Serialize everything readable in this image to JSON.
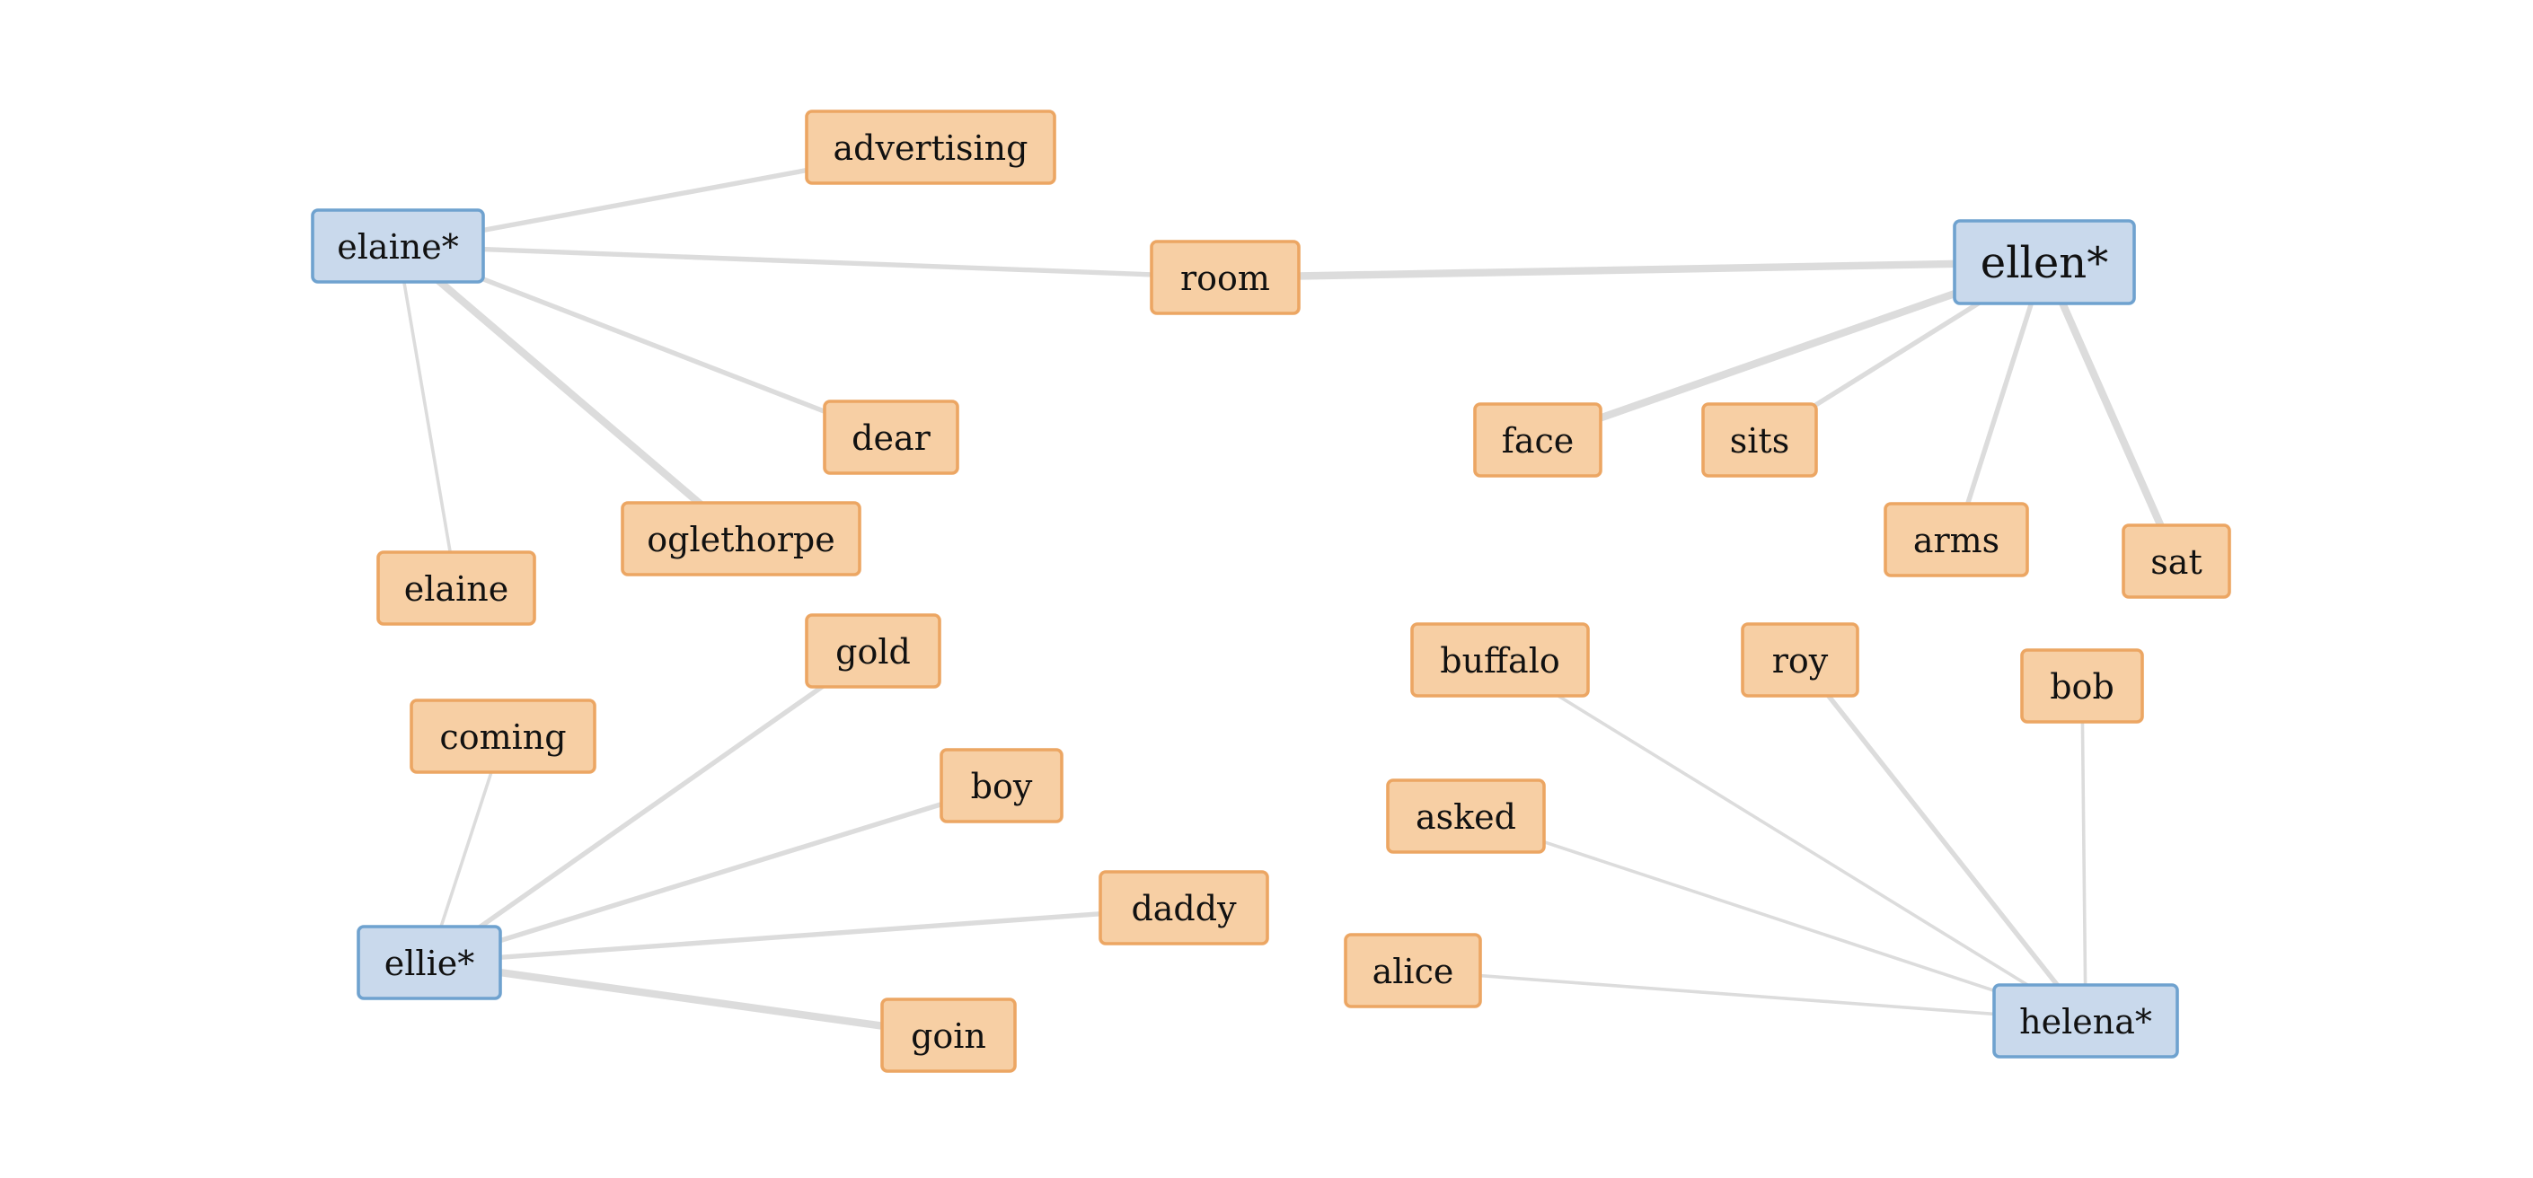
{
  "colors": {
    "person_fill": "#c9d9ec",
    "person_stroke": "#6fa2cf",
    "word_fill": "#f7cfa4",
    "word_stroke": "#eca663",
    "edge": "#dcdcdc",
    "background": "#ffffff"
  },
  "nodes": [
    {
      "id": "elaine_p",
      "label": "elaine*",
      "kind": "person"
    },
    {
      "id": "ellen_p",
      "label": "ellen*",
      "kind": "person"
    },
    {
      "id": "ellie_p",
      "label": "ellie*",
      "kind": "person"
    },
    {
      "id": "helena_p",
      "label": "helena*",
      "kind": "person"
    },
    {
      "id": "advertising",
      "label": "advertising",
      "kind": "word"
    },
    {
      "id": "room",
      "label": "room",
      "kind": "word"
    },
    {
      "id": "dear",
      "label": "dear",
      "kind": "word"
    },
    {
      "id": "oglethorpe",
      "label": "oglethorpe",
      "kind": "word"
    },
    {
      "id": "elaine",
      "label": "elaine",
      "kind": "word"
    },
    {
      "id": "face",
      "label": "face",
      "kind": "word"
    },
    {
      "id": "sits",
      "label": "sits",
      "kind": "word"
    },
    {
      "id": "arms",
      "label": "arms",
      "kind": "word"
    },
    {
      "id": "sat",
      "label": "sat",
      "kind": "word"
    },
    {
      "id": "gold",
      "label": "gold",
      "kind": "word"
    },
    {
      "id": "coming",
      "label": "coming",
      "kind": "word"
    },
    {
      "id": "boy",
      "label": "boy",
      "kind": "word"
    },
    {
      "id": "daddy",
      "label": "daddy",
      "kind": "word"
    },
    {
      "id": "goin",
      "label": "goin",
      "kind": "word"
    },
    {
      "id": "buffalo",
      "label": "buffalo",
      "kind": "word"
    },
    {
      "id": "roy",
      "label": "roy",
      "kind": "word"
    },
    {
      "id": "bob",
      "label": "bob",
      "kind": "word"
    },
    {
      "id": "asked",
      "label": "asked",
      "kind": "word"
    },
    {
      "id": "alice",
      "label": "alice",
      "kind": "word"
    }
  ],
  "edges": [
    {
      "source": "elaine_p",
      "target": "advertising",
      "weight": 2
    },
    {
      "source": "elaine_p",
      "target": "room",
      "weight": 2
    },
    {
      "source": "elaine_p",
      "target": "dear",
      "weight": 2
    },
    {
      "source": "elaine_p",
      "target": "oglethorpe",
      "weight": 3
    },
    {
      "source": "elaine_p",
      "target": "elaine",
      "weight": 1
    },
    {
      "source": "ellen_p",
      "target": "room",
      "weight": 3
    },
    {
      "source": "ellen_p",
      "target": "face",
      "weight": 3
    },
    {
      "source": "ellen_p",
      "target": "sits",
      "weight": 2
    },
    {
      "source": "ellen_p",
      "target": "arms",
      "weight": 2
    },
    {
      "source": "ellen_p",
      "target": "sat",
      "weight": 3
    },
    {
      "source": "ellie_p",
      "target": "gold",
      "weight": 2
    },
    {
      "source": "ellie_p",
      "target": "coming",
      "weight": 1
    },
    {
      "source": "ellie_p",
      "target": "boy",
      "weight": 2
    },
    {
      "source": "ellie_p",
      "target": "daddy",
      "weight": 2
    },
    {
      "source": "ellie_p",
      "target": "goin",
      "weight": 3
    },
    {
      "source": "helena_p",
      "target": "buffalo",
      "weight": 1
    },
    {
      "source": "helena_p",
      "target": "roy",
      "weight": 2
    },
    {
      "source": "helena_p",
      "target": "bob",
      "weight": 1
    },
    {
      "source": "helena_p",
      "target": "asked",
      "weight": 1
    },
    {
      "source": "helena_p",
      "target": "alice",
      "weight": 1
    }
  ]
}
